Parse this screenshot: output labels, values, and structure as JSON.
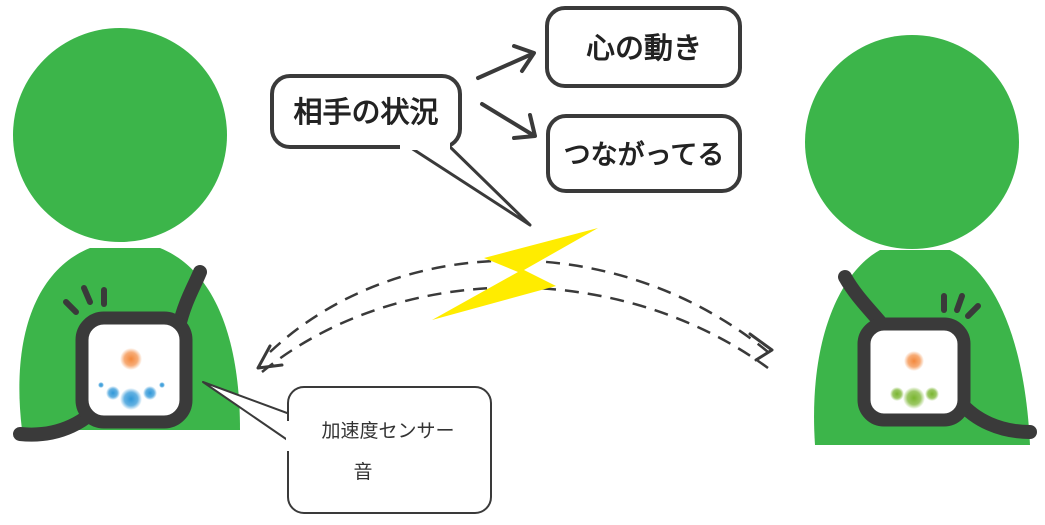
{
  "labels": {
    "partner_status": "相手の状況",
    "heart_movement": "心の動き",
    "connected": "つながってる",
    "sensor_line1": "加速度センサー",
    "sensor_line2": "音"
  },
  "colors": {
    "person_green": "#3cb54a",
    "device_frame": "#3a3a3a",
    "lightning_yellow": "#ffec00",
    "dot_orange": "#f3883c",
    "dot_blue": "#2f97d8",
    "dot_green": "#7ab530"
  },
  "icons": {
    "left_person": "person-silhouette-icon",
    "right_person": "person-silhouette-icon",
    "lightning": "lightning-bolt-icon",
    "device": "wearable-device-icon"
  }
}
